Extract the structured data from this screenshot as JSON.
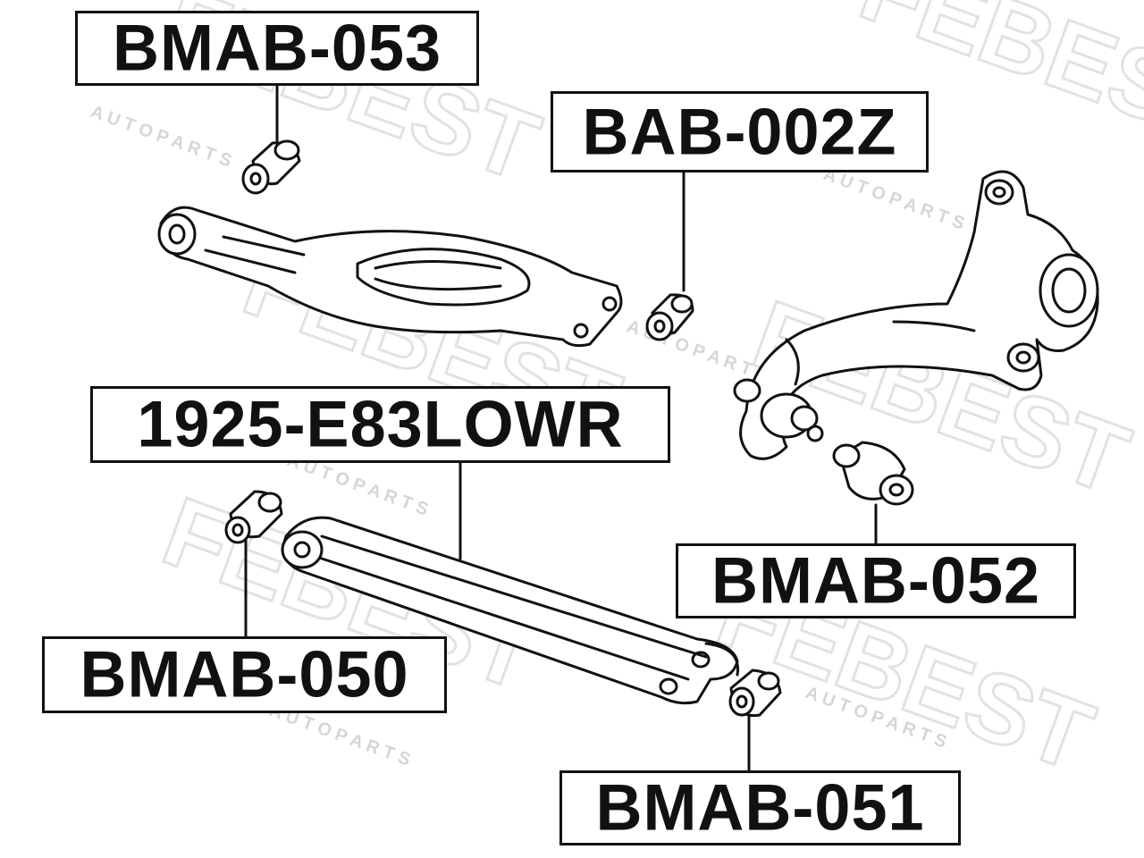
{
  "labels": {
    "bmab_053": "BMAB-053",
    "bab_002z": "BAB-002Z",
    "e83lowr": "1925-E83LOWR",
    "bmab_052": "BMAB-052",
    "bmab_050": "BMAB-050",
    "bmab_051": "BMAB-051"
  },
  "watermark": {
    "brand": "FEBEST",
    "tagline": "A U T O   P A R T S"
  },
  "colors": {
    "ink": "#111111",
    "watermark": "#e6e6e6",
    "background": "#ffffff"
  }
}
